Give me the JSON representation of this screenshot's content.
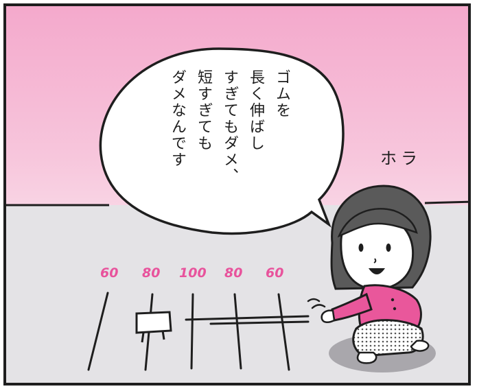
{
  "speech": {
    "lines": [
      "ゴムを",
      "長く伸ばし",
      "すぎてもダメ、",
      "短すぎても",
      "ダメなんです"
    ]
  },
  "sfx": {
    "hora": "ホラ"
  },
  "measures": [
    "60",
    "80",
    "100",
    "80",
    "60"
  ],
  "colors": {
    "pink_bg": "#f4a9cc",
    "floor": "#e4e3e6",
    "shirt": "#e9579b",
    "measure_text": "#e8539c",
    "hair": "#5a5a5a"
  }
}
